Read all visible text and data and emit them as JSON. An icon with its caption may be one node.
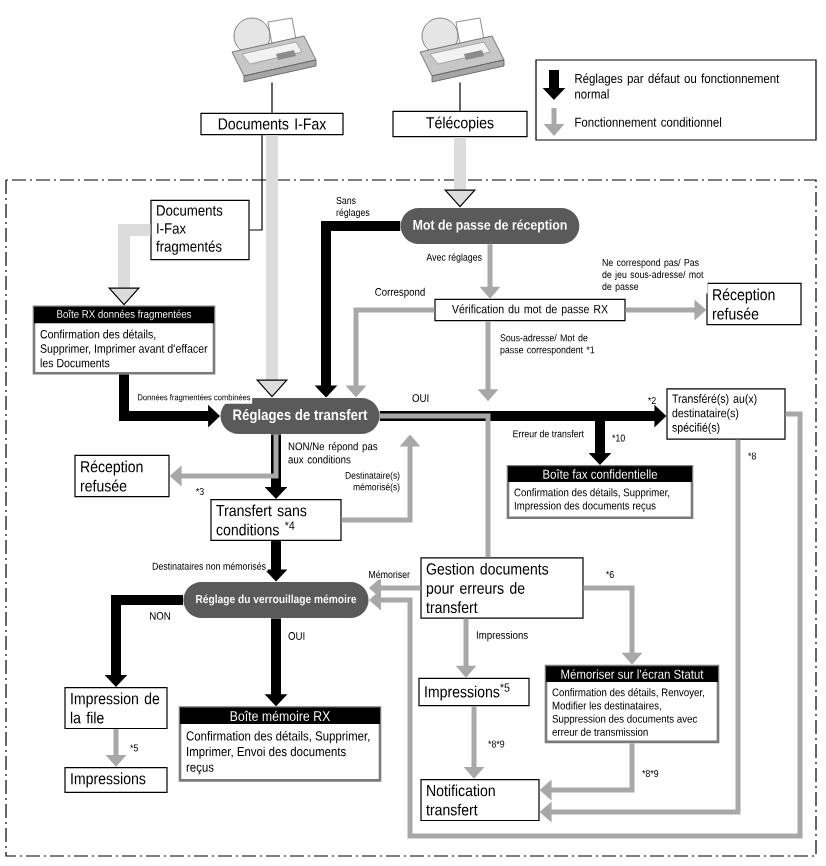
{
  "diagram": {
    "nodes": [
      {
        "text": [],
        "shape": "picture"
      },
      {
        "text": [],
        "shape": "picture"
      },
      {
        "text": [
          "Documents I-Fax"
        ]
      },
      {
        "text": [
          "Télécopies"
        ]
      },
      {
        "text": [
          "Documents I-Fax fragmentés"
        ]
      },
      {
        "text": [
          "Boîte RX données fragmentées",
          "Confirmation des détails, Supprimer, Imprimer avant d'effacer les Documents"
        ]
      },
      {
        "text": [
          "Mot de passe de réception"
        ]
      },
      {
        "text": [
          "Vérification du mot de passe RX"
        ]
      },
      {
        "text": [
          "Réception refusée"
        ]
      },
      {
        "text": [
          "Réglages de transfert"
        ]
      },
      {
        "text": [
          "Transféré(s) au(x) destinataire(s) spécifié(s)"
        ]
      },
      {
        "text": [
          "Boîte fax confidentielle",
          "Confirmation des détails, Supprimer, Impression des documents reçus"
        ]
      },
      {
        "text": [
          "Réception refusée"
        ]
      },
      {
        "text": [
          "Transfert sans conditions $^{*4}$"
        ]
      },
      {
        "text": [
          "Réglage du verrouillage mémoire"
        ]
      },
      {
        "text": [
          "Gestion documents pour erreurs de transfert"
        ]
      },
      {
        "text": [
          "Mémoriser sur l'écran Statut",
          "Confirmation des détails, Renvoyer, Modifier les destinataires, Suppression des documents avec erreur de transmission"
        ]
      },
      {
        "text": [
          "Impression de la file"
        ]
      },
      {
        "text": [
          "Boîte mémoire RX",
          "Confirmation des détails, Supprimer, Imprimer, Envoi des documents reçus"
        ]
      },
      {
        "text": [
          "Impressions$^{*5}$"
        ]
      },
      {
        "text": [
          "Impressions"
        ]
      },
      {
        "text": [
          "Notification transfert"
        ]
      }
    ],
    "edges": [
      {
        "from": 0,
        "to": 2,
        "arrow": "none",
        "color": "#000000"
      },
      {
        "from": 1,
        "to": 3,
        "arrow": "none",
        "color": "#000000"
      },
      {
        "from": 2,
        "to": 9,
        "arrow": "to",
        "style": "thick",
        "color": "#dcdcdc"
      },
      {
        "from": 4,
        "to": 2,
        "arrow": "none",
        "color": "#000000"
      },
      {
        "from": 4,
        "to": 5,
        "arrow": "to",
        "style": "thick",
        "color": "#dcdcdc"
      },
      {
        "from": 5,
        "to": 9,
        "arrow": "to",
        "label": "Données fragmentées combinées",
        "style": "thick",
        "color": "#000000"
      },
      {
        "from": 3,
        "to": 6,
        "arrow": "to",
        "style": "thick",
        "color": "#dcdcdc"
      },
      {
        "from": 6,
        "to": 9,
        "arrow": "to",
        "label": "Sans réglages",
        "style": "thick",
        "color": "#000000"
      },
      {
        "from": 6,
        "to": 7,
        "arrow": "to",
        "label": "Avec réglages"
      },
      {
        "from": 7,
        "to": 8,
        "arrow": "to",
        "label": "Ne correspond pas/ Pas de jeu sous-adresse/ mot de passe"
      },
      {
        "from": 7,
        "to": 9,
        "arrow": "to",
        "label": "Correspond"
      },
      {
        "from": 7,
        "to": null,
        "arrow": "to",
        "label": "Sous-adresse/ Mot de passe correspondent *1"
      },
      {
        "from": 9,
        "to": 10,
        "arrow": "to",
        "label": "OUI",
        "style": "thick",
        "color": "#000000"
      },
      {
        "from": 9,
        "to": 11,
        "arrow": "to",
        "label": "Erreur de transfert",
        "style": "thick",
        "color": "#000000"
      },
      {
        "from": 9,
        "to": 13,
        "arrow": "to",
        "label": "NON/Ne répond pas aux conditions",
        "style": "thick",
        "color": "#000000"
      },
      {
        "from": 9,
        "to": 12,
        "arrow": "to",
        "label": "*3"
      },
      {
        "from": 13,
        "to": 9,
        "arrow": "to",
        "label": "Destinataire(s) mémorisé(s)"
      },
      {
        "from": 13,
        "to": 14,
        "arrow": "to",
        "label": "Destinataires non mémorisés",
        "style": "thick",
        "color": "#000000"
      },
      {
        "from": 14,
        "to": 17,
        "arrow": "to",
        "label": "NON",
        "style": "thick",
        "color": "#000000"
      },
      {
        "from": 14,
        "to": 18,
        "arrow": "to",
        "label": "OUI",
        "style": "thick",
        "color": "#000000"
      },
      {
        "from": 17,
        "to": 20,
        "arrow": "to",
        "label": "*5"
      },
      {
        "from": 15,
        "to": 14,
        "arrow": "to",
        "label": "Mémoriser"
      },
      {
        "from": 15,
        "to": 19,
        "arrow": "to",
        "label": "Impressions"
      },
      {
        "from": 15,
        "to": 16,
        "arrow": "to",
        "label": "*6"
      },
      {
        "from": 19,
        "to": 21,
        "arrow": "to",
        "label": "*8*9"
      },
      {
        "from": 16,
        "to": 21,
        "arrow": "to",
        "label": "*8*9"
      },
      {
        "from": 10,
        "to": 21,
        "arrow": "to",
        "label": "*8"
      },
      {
        "from": 10,
        "to": 14,
        "arrow": "to"
      },
      {
        "from": 9,
        "to": 15,
        "arrow": "none"
      }
    ],
    "labels": [
      "*2",
      "*10"
    ],
    "legend": [
      {
        "text": "Réglages par défaut ou fonctionnement normal"
      },
      {
        "text": "Fonctionnement conditionnel"
      }
    ]
  }
}
